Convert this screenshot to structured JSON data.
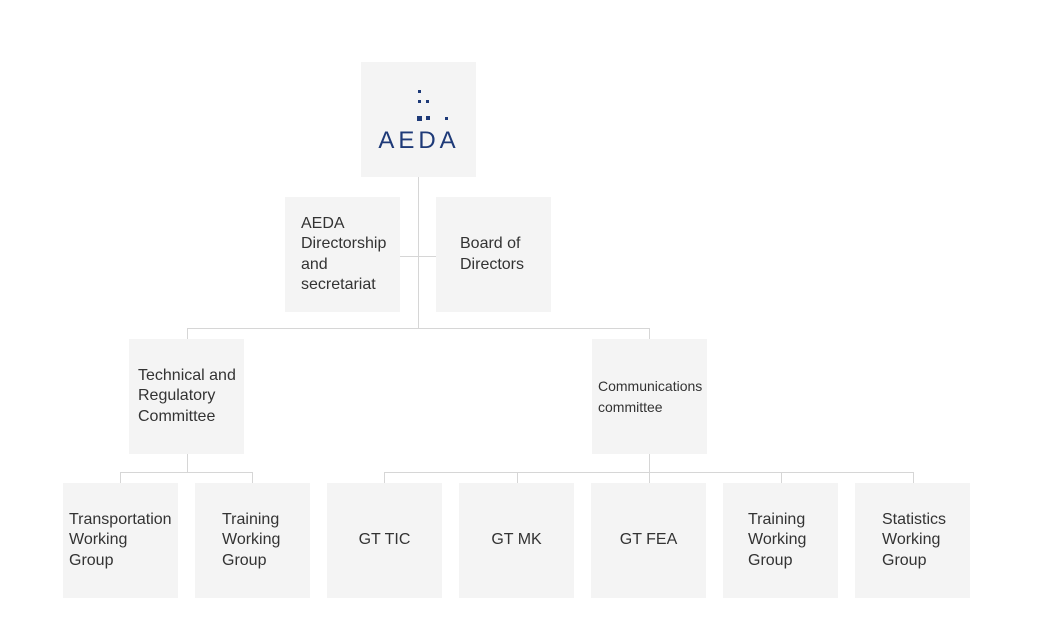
{
  "root": {
    "logo_text": "AEDA",
    "logo_color": "#1e3a78"
  },
  "level1": {
    "directorship": "AEDA Directorship and secretariat",
    "board": "Board of Directors"
  },
  "committees": {
    "technical": "Technical and Regulatory Committee",
    "communications": "Communications committee"
  },
  "groups": {
    "transportation": "Transportation Working Group",
    "training_technical": "Training Working Group",
    "gt_tic": "GT TIC",
    "gt_mk": "GT MK",
    "gt_fea": "GT FEA",
    "training_comms": "Training Working Group",
    "statistics": "Statistics Working Group"
  },
  "colors": {
    "box_fill": "#f4f4f4",
    "connector": "#d6d6d6",
    "text": "#333333"
  }
}
